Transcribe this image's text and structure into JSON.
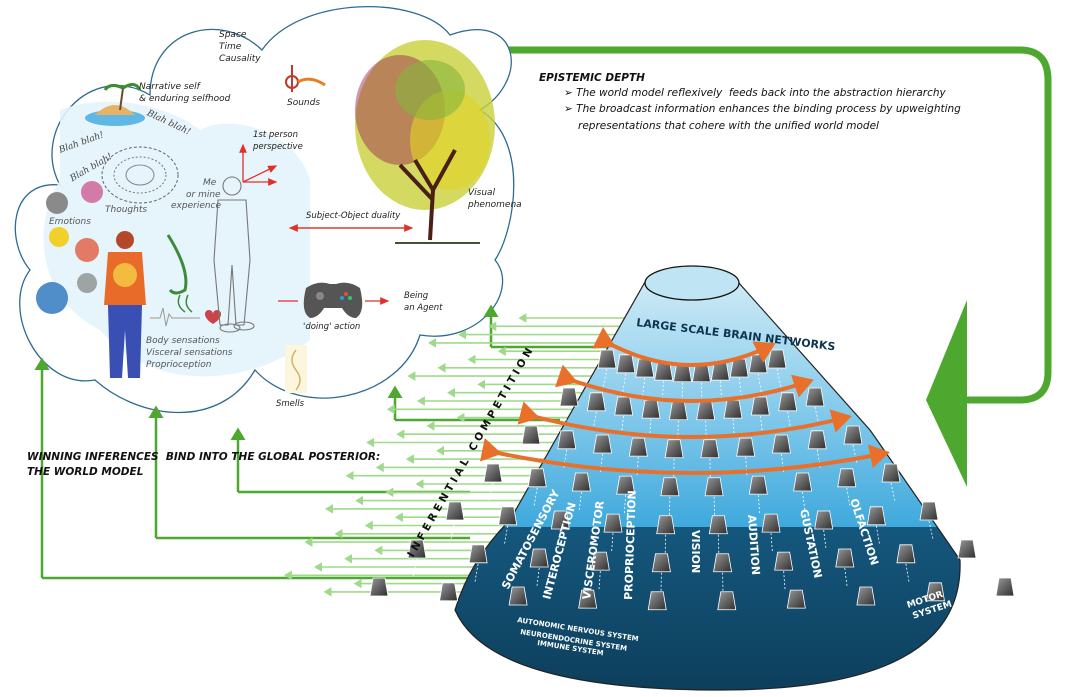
{
  "colors": {
    "feedback_green": "#4ea72e",
    "light_green": "#9fd98a",
    "cloud_outline": "#2e6b8f",
    "cloud_fill": "#ffffff",
    "self_region": "#e3f3fb",
    "red_arrow": "#e0302a",
    "cone_top": "#bfe4f3",
    "cone_mid": "#3fa9dc",
    "cone_bottom": "#0e4462",
    "orange_arrow": "#e8702a",
    "node_grey": "#5b5b5b"
  },
  "world_model_cloud": {
    "space_time_causality": [
      "Space",
      "Time",
      "Causality"
    ],
    "narrative_self": [
      "Narrative self",
      "& enduring selfhood"
    ],
    "blah": [
      "Blah blah!",
      "Blah blah!",
      "Blah blah!"
    ],
    "thoughts": "Thoughts",
    "emotions": "Emotions",
    "me_or_mine": [
      "Me",
      "or mine",
      "experience"
    ],
    "first_person": [
      "1st person",
      "perspective"
    ],
    "sounds": "Sounds",
    "visual_phenomena": [
      "Visual",
      "phenomena"
    ],
    "subject_object": "Subject-Object duality",
    "doing_action": "'doing' action",
    "being_agent": [
      "Being",
      "an Agent"
    ],
    "body_sensations": [
      "Body sensations",
      "Visceral sensations",
      "Proprioception"
    ],
    "smells": "Smells"
  },
  "epistemic_depth": {
    "title": "EPISTEMIC DEPTH",
    "bullets": [
      "The world model reflexively  feeds back into the abstraction hierarchy",
      "The broadcast information enhances the binding process by upweighting",
      "representations that cohere with the unified world model"
    ],
    "bullet_marker": "➢"
  },
  "winning_inferences": [
    "WINNING INFERENCES  BIND INTO THE GLOBAL POSTERIOR:",
    "THE WORLD MODEL"
  ],
  "inferential_competition": "INFERENTIAL COMPETITION",
  "cone": {
    "top_label": "LARGE SCALE BRAIN NETWORKS",
    "columns": [
      "SOMATOSENSORY",
      "INTEROCEPTION",
      "VISCEROMOTOR",
      "PROPRIOCEPTION",
      "VISION",
      "AUDITION",
      "GUSTATION",
      "OLFACTION"
    ],
    "motor_system": [
      "MOTOR",
      "SYSTEM"
    ],
    "efferent_systems": [
      "AUTONOMIC NERVOUS SYSTEM",
      "NEUROENDOCRINE SYSTEM",
      "IMMUNE SYSTEM"
    ],
    "hierarchy_levels": 7
  }
}
